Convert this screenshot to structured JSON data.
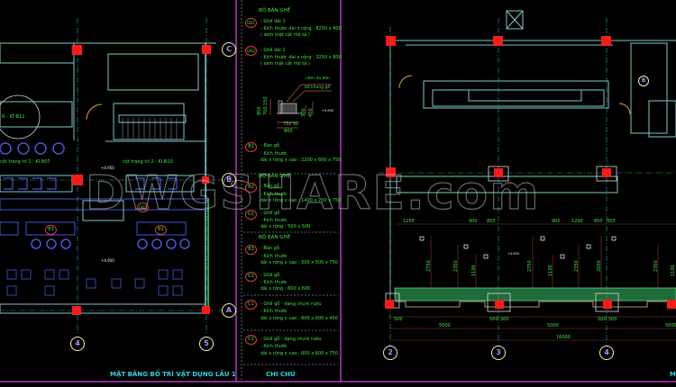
{
  "drawing_title": "MẶT BẰNG BỐ TRÍ VẬT DỤNG LẦU 1",
  "right_title_fragment": "M",
  "legend": {
    "heading": "CHI CHÚ",
    "section1_title": "BỘ BÀN GHẾ",
    "gd1": {
      "tag": "GĐ1",
      "name": "- Ghế dài 1",
      "size": "- Kích thước dài x rộng : 8250 x 800",
      "note": "( xem mặt cắt mô tả )"
    },
    "gd2": {
      "tag": "GĐ2",
      "name": "- Ghế dài 1",
      "size": "- Kích thước dài x rộng : 3250 x 800",
      "note": "( xem mặt cắt mô tả )"
    },
    "section_detail": {
      "label1": "nệm da đơn",
      "label2": "bệ khung gỗ",
      "dims": [
        "850",
        "700",
        "150",
        "750",
        "50",
        "800",
        "300",
        "450"
      ],
      "level": "+4.950"
    },
    "b1": {
      "tag": "B1",
      "name": "- Bàn gỗ",
      "size_label": "- Kích thước",
      "size": "dài x rộng x cao : 2200 x 600 x 750"
    },
    "section2_title": "BỘ BÀN GHẾ",
    "b2": {
      "tag": "B2",
      "name": "- Bàn gỗ",
      "size_label": "- Kích thước",
      "size": "dài x rộng x cao : 1400 x 700 x 750"
    },
    "g1a": {
      "tag": "G1",
      "name": "- Ghế gỗ",
      "size_label": "- Kích thước",
      "size": "dài x rộng            : 500 x 500"
    },
    "section3_title": "BỘ BÀN GHẾ",
    "b3": {
      "tag": "B3",
      "name": "- Bàn gỗ",
      "size_label": "- Kích thước",
      "size": "dài x rộng x cao : 500 x 500 x 750"
    },
    "g1b": {
      "tag": "G1",
      "name": "- Ghế gỗ",
      "size_label": "- Kích thước",
      "size": "dài x rộng            : 600 x 600"
    },
    "c1": {
      "tag": "C1",
      "name": "- Ghế gỗ - dạng chum rượu",
      "size_label": "- Kích thước",
      "size": "dài x rộng x cao : 600 x 600 x 450"
    },
    "c2": {
      "tag": "C2",
      "name": "- Ghế gỗ - dạng chum rượu",
      "size_label": "- Kích thước",
      "size": "dài x rộng x cao : 600 x 600 x 750"
    }
  },
  "left_plan": {
    "labels": [
      "R - KT-B12",
      "cột trang trí 1 - KI-B07",
      "cột trang trí 2 - KI-B10"
    ],
    "tags": [
      "B1",
      "B1",
      "GĐ2"
    ],
    "level_marks": [
      "+4.950",
      "+4.950"
    ],
    "grid_axes": [
      "C",
      "B",
      "A",
      "4",
      "5"
    ]
  },
  "right_plan": {
    "top_dims": [
      "1250",
      "900",
      "850",
      "900",
      "1200",
      "850",
      "350"
    ],
    "vertical_dims": [
      "2750",
      "2350",
      "1100",
      "2750",
      "1100",
      "2350",
      "2650",
      "2350",
      "1100",
      "2350"
    ],
    "bottom_dims": [
      "500",
      "500",
      "500",
      "500",
      "500"
    ],
    "span_dims": [
      "5000",
      "5000",
      "5000"
    ],
    "total_dim": "16000",
    "level_mark": "+4.950",
    "grid_axes": [
      "2",
      "3",
      "4",
      "B"
    ]
  },
  "watermark": "DWGSHARE.com",
  "colors": {
    "background": "#000000",
    "frame": "#b03ab8",
    "text": "#3fe83f",
    "title": "#2fd3e0",
    "column": "#ff0000",
    "furniture": "#4a55d8",
    "wall": "#7ec9c9"
  }
}
